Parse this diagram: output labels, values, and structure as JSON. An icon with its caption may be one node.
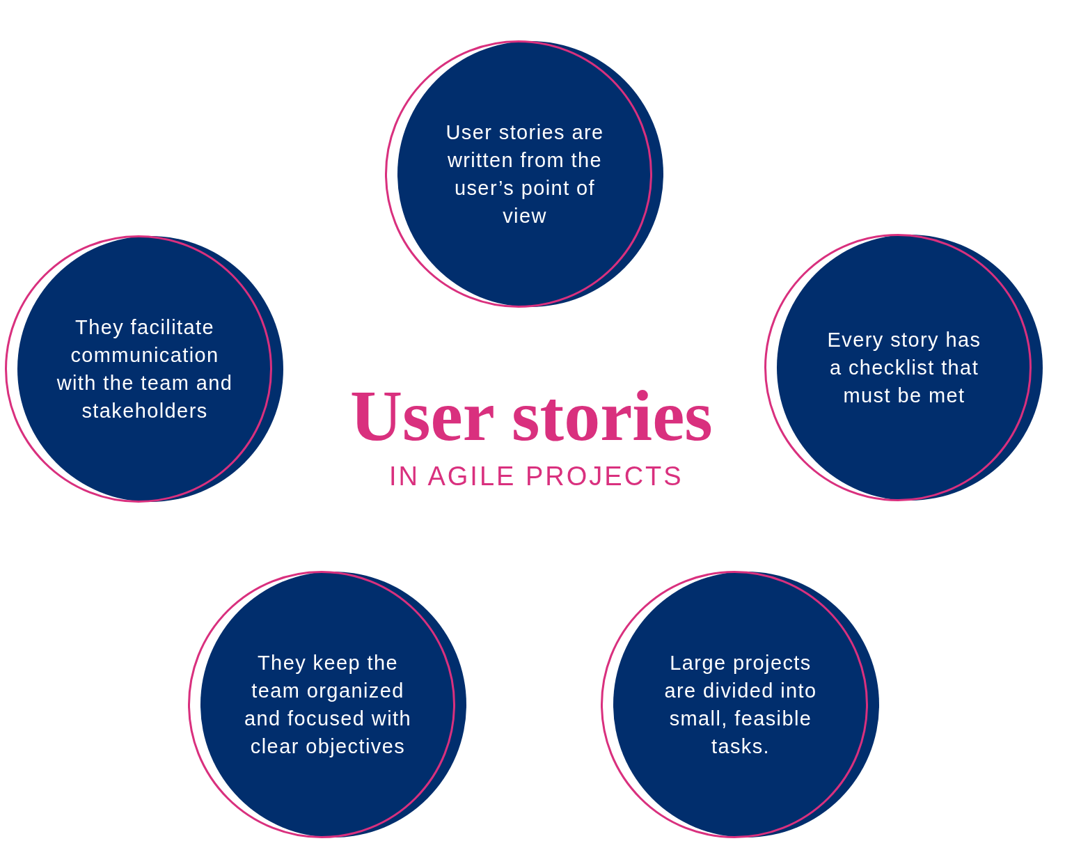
{
  "diagram": {
    "title": "User stories",
    "nodes": [
      {
        "text": [
          "User stories are written from the user’s point of view"
        ]
      },
      {
        "text": [
          "They facilitate communication with the team and stakeholders"
        ]
      },
      {
        "text": [
          "Every story has a checklist that must be met"
        ]
      },
      {
        "text": [
          "They keep the team organized and focused with clear objectives"
        ]
      },
      {
        "text": [
          "Large projects are divided into small, feasible tasks."
        ]
      }
    ],
    "labels": [
      "IN AGILE PROJECTS"
    ]
  }
}
